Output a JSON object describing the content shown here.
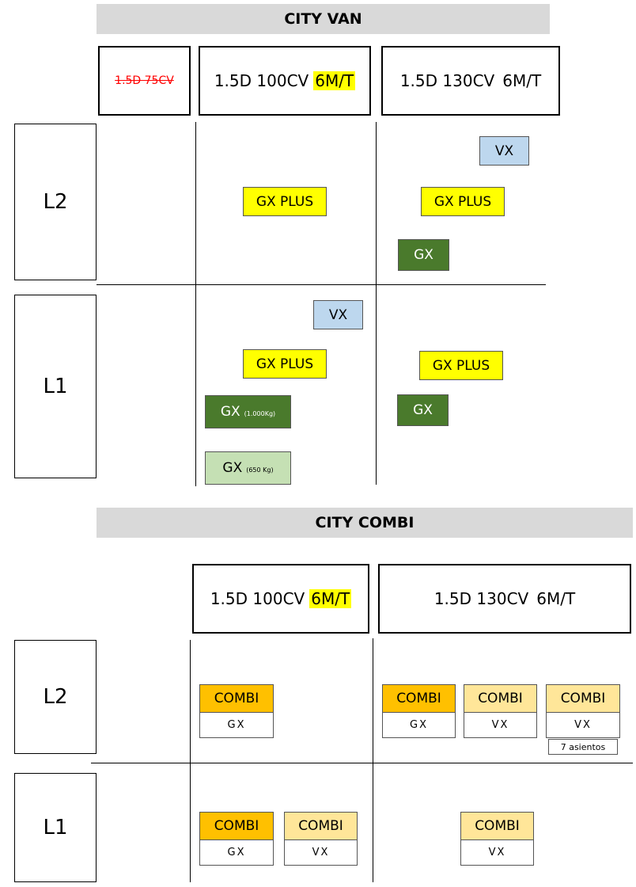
{
  "van": {
    "title": "CITY VAN",
    "engines": {
      "e75": "1.5D 75CV",
      "e100": "1.5D 100CV",
      "e100_trans": "6M/T",
      "e130": "1.5D 130CV",
      "e130_trans": "6M/T"
    },
    "rows": {
      "l2": "L2",
      "l1": "L1"
    },
    "trims": {
      "l2_130_vx": "VX",
      "l2_100_gxplus": "GX PLUS",
      "l2_130_gxplus": "GX PLUS",
      "l2_130_gx": "GX",
      "l1_100_vx": "VX",
      "l1_100_gxplus": "GX PLUS",
      "l1_130_gxplus": "GX PLUS",
      "l1_100_gx1000": "GX",
      "l1_100_gx1000_sub": "(1.000Kg)",
      "l1_130_gx": "GX",
      "l1_100_gx650": "GX",
      "l1_100_gx650_sub": "(650 Kg)"
    }
  },
  "combi": {
    "title": "CITY COMBI",
    "engines": {
      "e100": "1.5D 100CV",
      "e100_trans": "6M/T",
      "e130": "1.5D 130CV",
      "e130_trans": "6M/T"
    },
    "rows": {
      "l2": "L2",
      "l1": "L1"
    },
    "cards": {
      "l2_100_gx": {
        "top": "COMBI",
        "bottom": "GX"
      },
      "l2_130_gx": {
        "top": "COMBI",
        "bottom": "GX"
      },
      "l2_130_vx": {
        "top": "COMBI",
        "bottom": "VX"
      },
      "l2_130_vx7": {
        "top": "COMBI",
        "bottom": "VX",
        "note": "7 asientos"
      },
      "l1_100_gx": {
        "top": "COMBI",
        "bottom": "GX"
      },
      "l1_100_vx": {
        "top": "COMBI",
        "bottom": "VX"
      },
      "l1_130_vx": {
        "top": "COMBI",
        "bottom": "VX"
      }
    }
  },
  "colors": {
    "banner": "#d9d9d9",
    "highlight": "#ffff00",
    "strike": "#ff0000",
    "gx_dark_green": "#4a7a2c",
    "gx_light_green": "#c5e0b4",
    "vx_blue": "#bdd7ee",
    "combi_dark": "#ffc000",
    "combi_light": "#ffe699"
  }
}
